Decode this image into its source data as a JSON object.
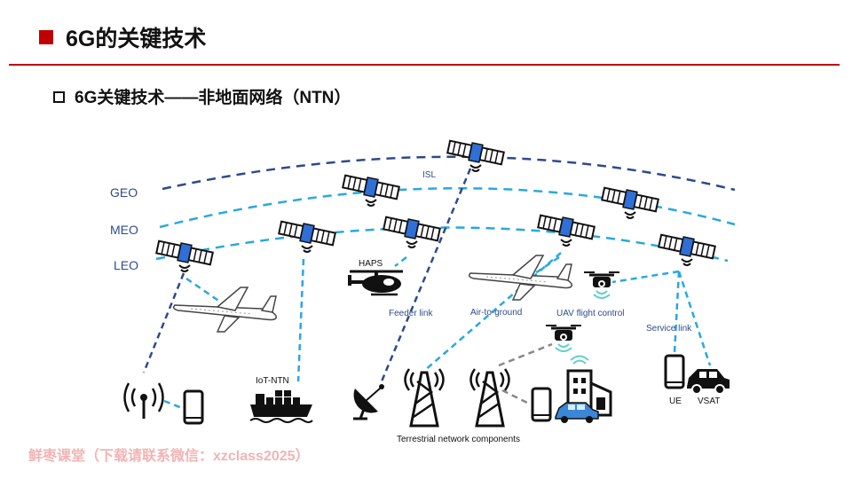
{
  "header": {
    "title": "6G的关键技术"
  },
  "section": {
    "subtitle": "6G关键技术——非地面网络（NTN）"
  },
  "diagram": {
    "orbits": {
      "geo": "GEO",
      "meo": "MEO",
      "leo": "LEO"
    },
    "labels": {
      "isl": "ISL",
      "haps": "HAPS",
      "feeder_link": "Feeder link",
      "air_to_ground": "Air-to-ground",
      "uav_flight_control": "UAV flight control",
      "service_link": "Service link",
      "iot_ntn": "IoT-NTN",
      "ue": "UE",
      "vsat": "VSAT",
      "terrestrial": "Terrestrial network components"
    },
    "colors": {
      "geo_line": "#2e4a8c",
      "meo_leo_line": "#29a8e0",
      "accent": "#c00000"
    }
  },
  "watermark": "鲜枣课堂（下载请联系微信：xzclass2025）"
}
